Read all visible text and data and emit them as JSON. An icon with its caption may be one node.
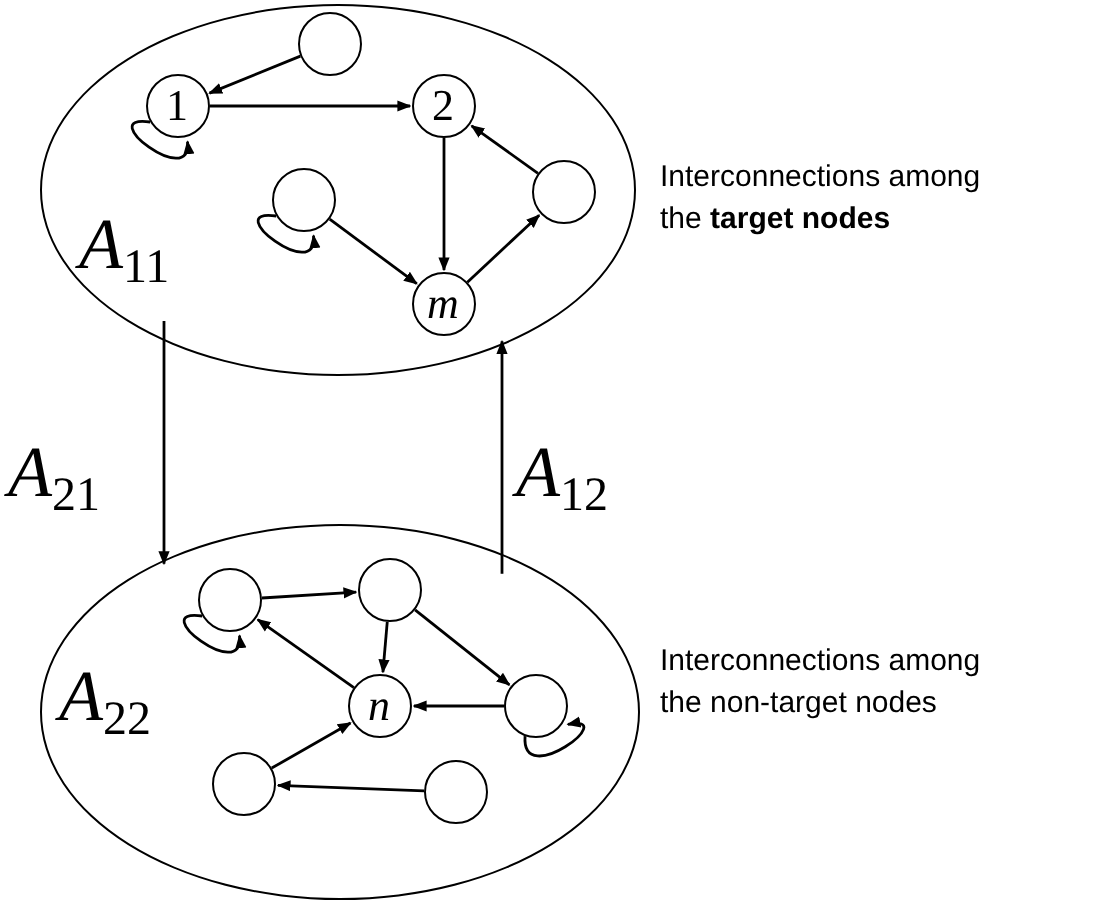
{
  "diagram": {
    "nodes": [
      {
        "text": [
          "*A*$_{11}$"
        ],
        "beside": [
          "Interconnections among the **target nodes**"
        ]
      },
      {
        "text": [],
        "shape": "circle",
        "in": 0
      },
      {
        "text": [
          "1"
        ],
        "in": 0
      },
      {
        "text": [
          "2"
        ],
        "in": 0
      },
      {
        "text": [],
        "shape": "circle",
        "in": 0
      },
      {
        "text": [],
        "shape": "circle",
        "in": 0
      },
      {
        "text": [
          "m"
        ],
        "in": 0
      },
      {
        "text": [
          "*A*$_{22}$"
        ],
        "beside": [
          "Interconnections among the non-target nodes"
        ]
      },
      {
        "text": [],
        "shape": "circle",
        "in": 7
      },
      {
        "text": [],
        "shape": "circle",
        "in": 7
      },
      {
        "text": [
          "n"
        ],
        "in": 7
      },
      {
        "text": [],
        "shape": "circle",
        "in": 7
      },
      {
        "text": [],
        "shape": "circle",
        "in": 7
      },
      {
        "text": [],
        "shape": "circle",
        "in": 7
      }
    ],
    "edges": [
      {
        "from": 1,
        "to": 2,
        "arrow": "to"
      },
      {
        "from": 2,
        "to": 3,
        "arrow": "to"
      },
      {
        "from": 2,
        "to": 2,
        "arrow": "to"
      },
      {
        "from": 3,
        "to": 6,
        "arrow": "to"
      },
      {
        "from": 4,
        "to": 6,
        "arrow": "to"
      },
      {
        "from": 4,
        "to": 4,
        "arrow": "to"
      },
      {
        "from": 6,
        "to": 5,
        "arrow": "to"
      },
      {
        "from": 5,
        "to": 3,
        "arrow": "to"
      },
      {
        "from": 0,
        "to": 7,
        "arrow": "to",
        "label": "*A*$_{21}$"
      },
      {
        "from": 7,
        "to": 0,
        "arrow": "to",
        "label": "*A*$_{12}$"
      },
      {
        "from": 8,
        "to": 9,
        "arrow": "to"
      },
      {
        "from": 8,
        "to": 8,
        "arrow": "to"
      },
      {
        "from": 10,
        "to": 8,
        "arrow": "to"
      },
      {
        "from": 9,
        "to": 10,
        "arrow": "to"
      },
      {
        "from": 9,
        "to": 11,
        "arrow": "to"
      },
      {
        "from": 11,
        "to": 10,
        "arrow": "to"
      },
      {
        "from": 11,
        "to": 11,
        "arrow": "to"
      },
      {
        "from": 12,
        "to": 10,
        "arrow": "to"
      },
      {
        "from": 13,
        "to": 12,
        "arrow": "to"
      }
    ]
  }
}
